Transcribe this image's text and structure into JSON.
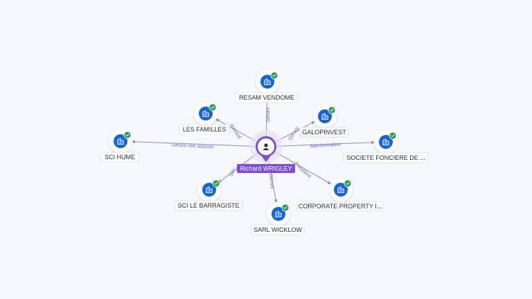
{
  "colors": {
    "edge": "#8a8cc2",
    "edge_label": "#6a66c4",
    "company_icon_bg": "#1565d8",
    "verified_badge": "#1f9d55",
    "person_marker": "#7a4fe0",
    "person_label_bg": "#7a4fe0"
  },
  "center": {
    "name": "Richard WRIGLEY",
    "icon": "person-icon"
  },
  "companies": [
    {
      "id": "resam",
      "name": "RESAM VENDOME",
      "icon": "building-icon",
      "verified": true,
      "relation": "Gérant"
    },
    {
      "id": "galopinvest",
      "name": "GALOPINVEST",
      "icon": "building-icon",
      "verified": true,
      "relation": "Gérant"
    },
    {
      "id": "societe_fonciere",
      "name": "SOCIETE FONCIERE DE ...",
      "icon": "building-icon",
      "verified": true,
      "relation": "Administrateur"
    },
    {
      "id": "corporate_property",
      "name": "CORPORATE PROPERTY I...",
      "icon": "building-icon",
      "verified": true,
      "relation": "Président"
    },
    {
      "id": "sarl_wicklow",
      "name": "SARL WICKLOW",
      "icon": "building-icon",
      "verified": true,
      "relation": "Gérant"
    },
    {
      "id": "sci_le_barragiste",
      "name": "SCI LE BARRAGISTE",
      "icon": "building-icon",
      "verified": true,
      "relation": "Gér..."
    },
    {
      "id": "sci_hume",
      "name": "SCI HUME",
      "icon": "building-icon",
      "verified": true,
      "relation": "Gérant non associé"
    },
    {
      "id": "les_familles",
      "name": "LES FAMILLES",
      "icon": "building-icon",
      "verified": true,
      "relation": "Associé"
    }
  ]
}
